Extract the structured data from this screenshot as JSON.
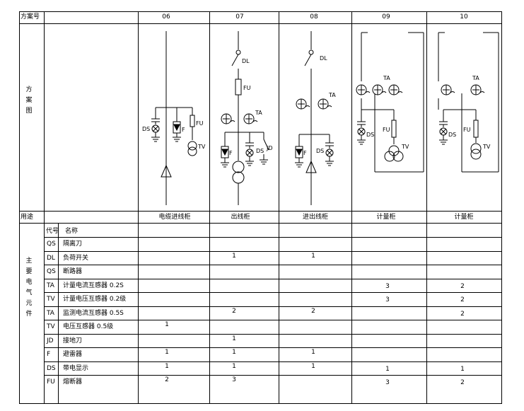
{
  "header": {
    "scheme_no_label": "方案号"
  },
  "schemes": [
    {
      "no": "06",
      "usage": "电缆进线柜"
    },
    {
      "no": "07",
      "usage": "出线柜"
    },
    {
      "no": "08",
      "usage": "进出线柜"
    },
    {
      "no": "09",
      "usage": "计量柜"
    },
    {
      "no": "10",
      "usage": "计量柜"
    }
  ],
  "side_labels": {
    "diagram": "方案图",
    "usage": "用途",
    "components": "主要电气元件"
  },
  "table_header": {
    "code": "代号",
    "name": "名称"
  },
  "components": [
    {
      "code": "QS",
      "name": "隔离刀",
      "counts": [
        "",
        "",
        "",
        "",
        ""
      ]
    },
    {
      "code": "DL",
      "name": "负荷开关",
      "counts": [
        "",
        "1",
        "1",
        "",
        ""
      ]
    },
    {
      "code": "QS",
      "name": "断路器",
      "counts": [
        "",
        "",
        "",
        "",
        ""
      ]
    },
    {
      "code": "TA",
      "name": "计量电流互感器 0.2S",
      "counts": [
        "",
        "",
        "",
        "3",
        "2"
      ]
    },
    {
      "code": "TV",
      "name": "计量电压互感器 0.2级",
      "counts": [
        "",
        "",
        "",
        "3",
        "2"
      ]
    },
    {
      "code": "TA",
      "name": "监测电流互感器 0.5S",
      "counts": [
        "",
        "2",
        "2",
        "",
        "2"
      ]
    },
    {
      "code": "TV",
      "name": "电压互感器 0.5级",
      "counts": [
        "1",
        "",
        "",
        "",
        ""
      ]
    },
    {
      "code": "JD",
      "name": "接地刀",
      "counts": [
        "",
        "1",
        "",
        "",
        ""
      ]
    },
    {
      "code": "F",
      "name": "避雷器",
      "counts": [
        "1",
        "1",
        "1",
        "",
        ""
      ]
    },
    {
      "code": "DS",
      "name": "带电显示",
      "counts": [
        "1",
        "1",
        "1",
        "1",
        "1"
      ]
    },
    {
      "code": "FU",
      "name": "熔断器",
      "counts": [
        "2",
        "3",
        "",
        "3",
        "2"
      ]
    }
  ],
  "diagram_labels": {
    "ds": "DS",
    "f": "F",
    "fu": "FU",
    "tv": "TV",
    "ta": "TA",
    "dl": "DL",
    "jd": "JD"
  }
}
